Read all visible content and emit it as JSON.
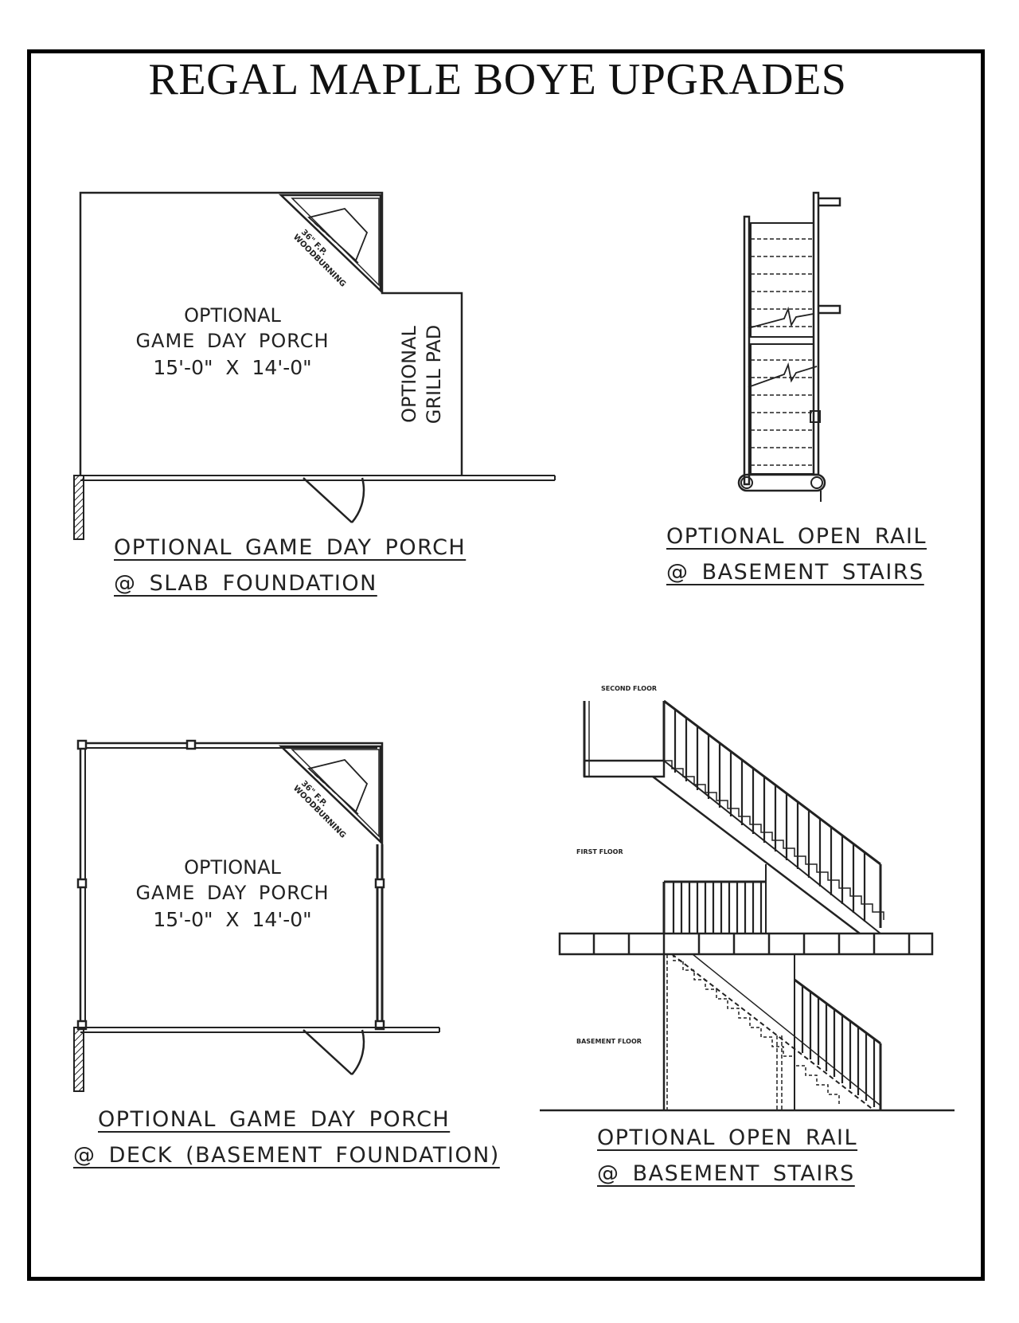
{
  "title": "REGAL MAPLE BOYE UPGRADES",
  "plans": {
    "slab_porch": {
      "room_line1": "OPTIONAL",
      "room_line2": "GAME DAY PORCH",
      "room_dims": "15'-0\" X 14'-0\"",
      "fireplace": "36\" F.P.",
      "fireplace_type": "WOODBURNING",
      "grill_line1": "OPTIONAL",
      "grill_line2": "GRILL PAD",
      "caption_line1": "OPTIONAL GAME DAY PORCH",
      "caption_line2": "@ SLAB FOUNDATION"
    },
    "stair_plan": {
      "caption_line1": "OPTIONAL OPEN RAIL",
      "caption_line2": "@ BASEMENT STAIRS"
    },
    "deck_porch": {
      "room_line1": "OPTIONAL",
      "room_line2": "GAME DAY PORCH",
      "room_dims": "15'-0\" X 14'-0\"",
      "fireplace": "36\" F.P.",
      "fireplace_type": "WOODBURNING",
      "caption_line1": "OPTIONAL GAME DAY PORCH",
      "caption_line2": "@ DECK (BASEMENT FOUNDATION)"
    },
    "stair_section": {
      "second_floor": "SECOND FLOOR",
      "first_floor": "FIRST FLOOR",
      "basement_floor": "BASEMENT FLOOR",
      "caption_line1": "OPTIONAL OPEN RAIL",
      "caption_line2": "@ BASEMENT STAIRS"
    }
  }
}
